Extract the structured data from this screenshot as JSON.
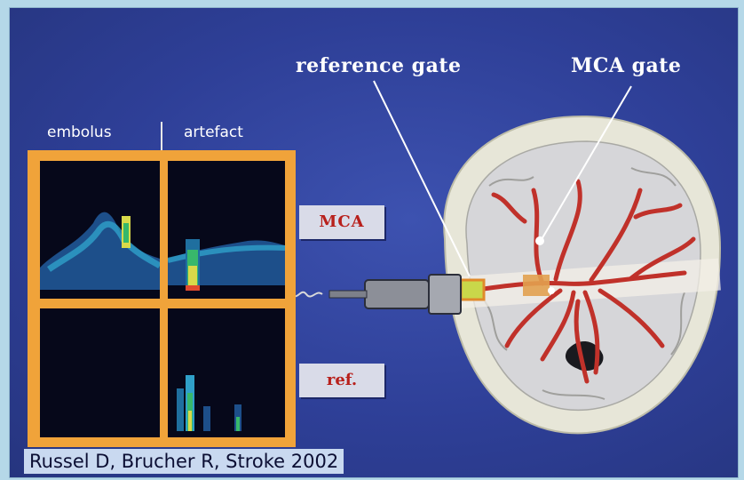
{
  "labels": {
    "reference_gate": "reference gate",
    "mca_gate": "MCA gate",
    "embolus": "embolus",
    "artefact": "artefact",
    "mca_tag": "MCA",
    "ref_tag": "ref."
  },
  "citation": "Russel D, Brucher R, Stroke 2002",
  "colors": {
    "slide_background": "#2e3f97",
    "frame_orange": "#f0a33a",
    "artery_red": "#c0312a",
    "tag_text_red": "#b8201c",
    "skull_bone": "#ecebdc"
  },
  "icons": {
    "probe": "ultrasound-probe-icon"
  }
}
